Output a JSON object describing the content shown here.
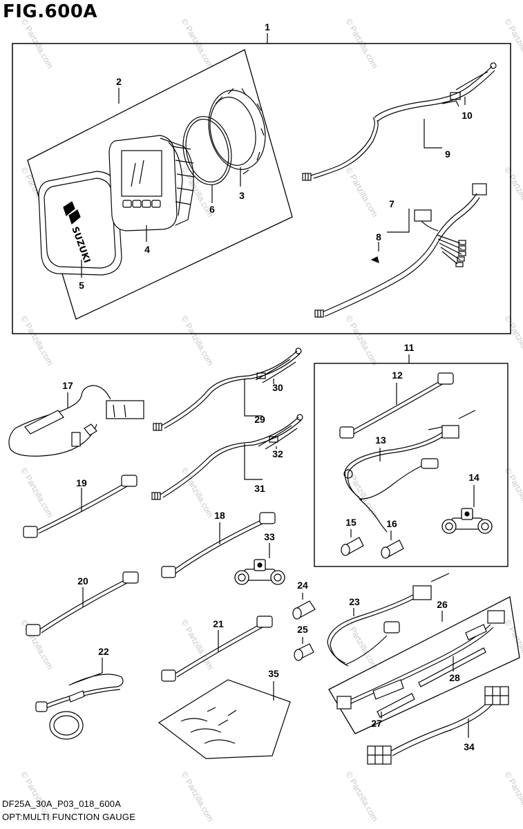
{
  "figure": {
    "title": "FIG.600A",
    "code": "DF25A_30A_P03_018_600A",
    "caption": "OPT:MULTI FUNCTION GAUGE"
  },
  "gauge_brand": "SUZUKI",
  "watermark": "© Partzilla.com",
  "callouts": [
    "1",
    "2",
    "3",
    "4",
    "5",
    "6",
    "7",
    "8",
    "9",
    "10",
    "11",
    "12",
    "13",
    "14",
    "15",
    "16",
    "17",
    "18",
    "19",
    "20",
    "21",
    "22",
    "23",
    "24",
    "25",
    "26",
    "27",
    "28",
    "29",
    "30",
    "31",
    "32",
    "33",
    "34",
    "35"
  ]
}
